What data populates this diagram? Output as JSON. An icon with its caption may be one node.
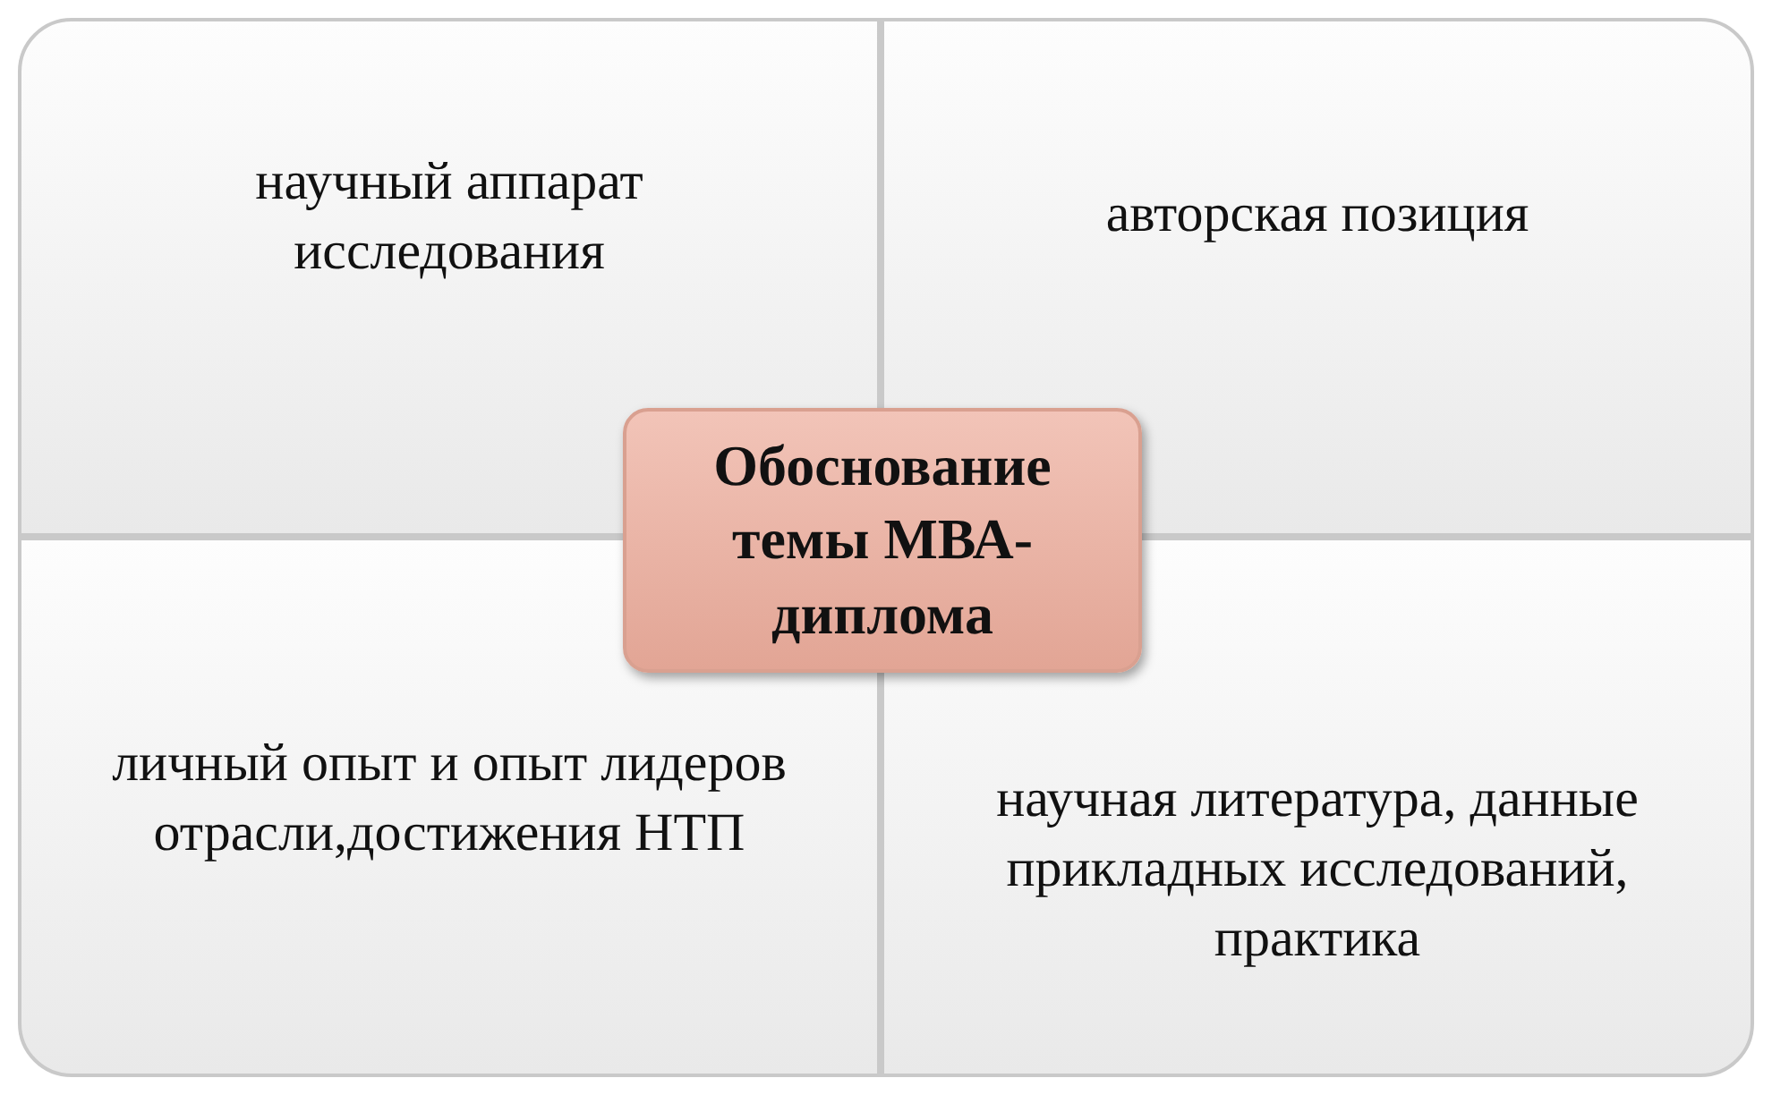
{
  "diagram": {
    "nodes": [
      {
        "text": [
          "научный аппарат исследования"
        ]
      },
      {
        "text": [
          "авторская позиция"
        ]
      },
      {
        "text": [
          "Обоснование темы МВА-диплома"
        ]
      },
      {
        "text": [
          "личный опыт и опыт лидеров отрасли,достижения НТП"
        ]
      },
      {
        "text": [
          "научная литература, данные прикладных исследований, практика"
        ]
      }
    ]
  }
}
